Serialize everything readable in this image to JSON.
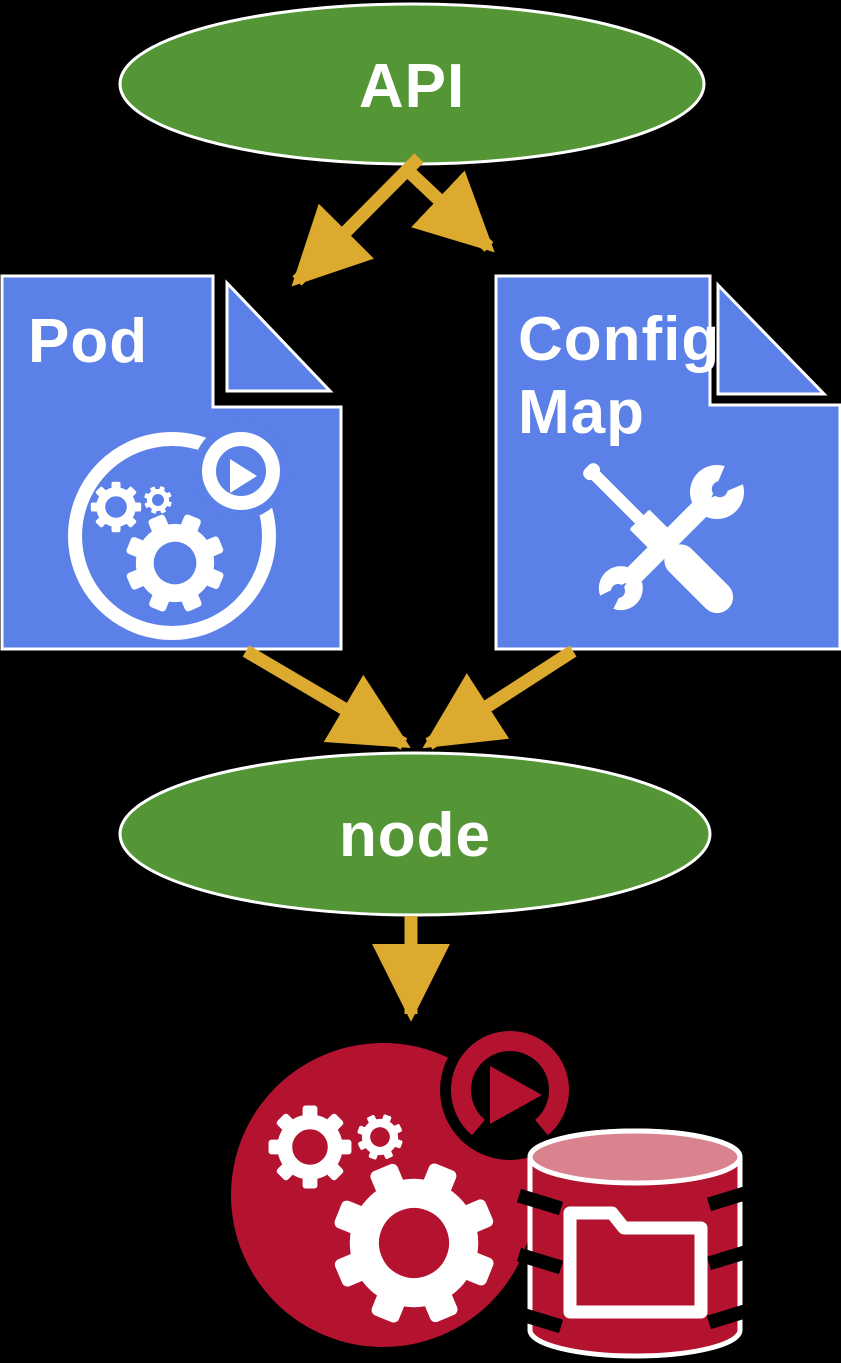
{
  "colors": {
    "background": "#000000",
    "green": "#549636",
    "blue": "#5b81e8",
    "yellow": "#dcaa2e",
    "red": "#b4132f",
    "pink": "#d9838f",
    "white": "#ffffff"
  },
  "nodes": {
    "api": {
      "label": "API",
      "shape": "ellipse",
      "color": "#549636"
    },
    "pod": {
      "label": "Pod",
      "shape": "document",
      "color": "#5b81e8",
      "icon": "pod-gears-play-icon"
    },
    "configmap": {
      "label_line1": "Config",
      "label_line2": "Map",
      "shape": "document",
      "color": "#5b81e8",
      "icon": "screwdriver-wrench-icon"
    },
    "node": {
      "label": "node",
      "shape": "ellipse",
      "color": "#549636"
    },
    "workload": {
      "shape": "icon-group",
      "color": "#b4132f",
      "icons": [
        "pod-gears-play-icon",
        "database-cylinder-folder-icon"
      ]
    }
  },
  "edges": [
    {
      "from": "api",
      "to": "pod",
      "color": "#dcaa2e"
    },
    {
      "from": "api",
      "to": "configmap",
      "color": "#dcaa2e"
    },
    {
      "from": "pod",
      "to": "node",
      "color": "#dcaa2e"
    },
    {
      "from": "configmap",
      "to": "node",
      "color": "#dcaa2e"
    },
    {
      "from": "node",
      "to": "workload",
      "color": "#dcaa2e"
    }
  ]
}
